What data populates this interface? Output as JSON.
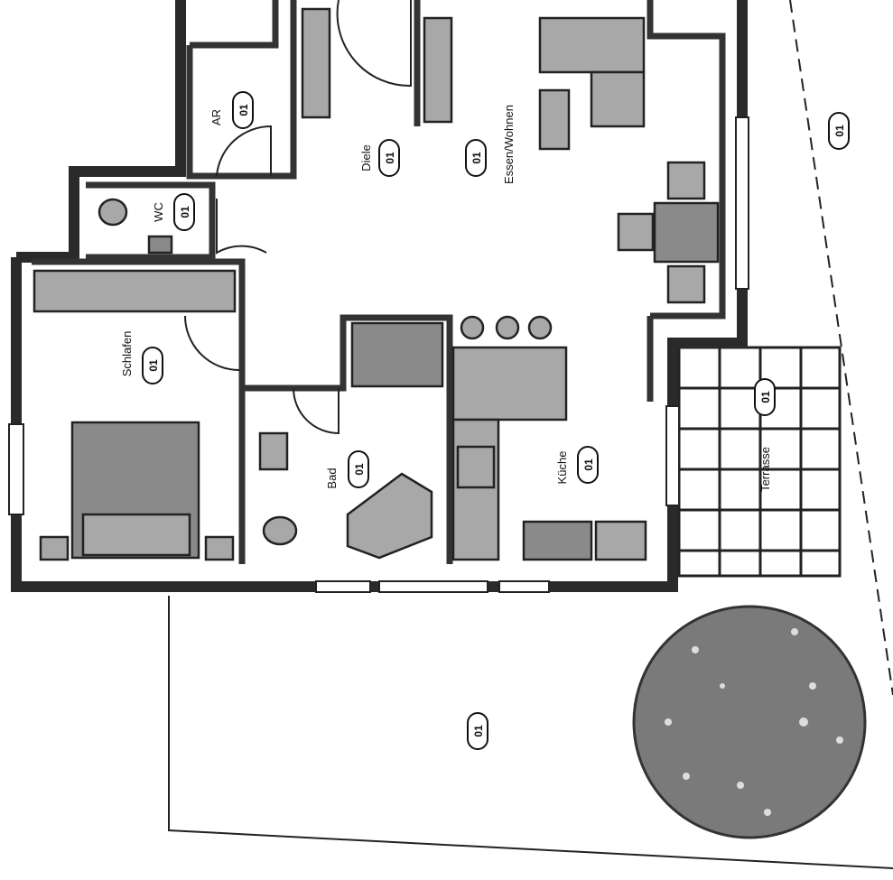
{
  "plan": {
    "rooms": [
      {
        "id": "abstell",
        "name": "AR",
        "number": "01"
      },
      {
        "id": "wc",
        "name": "WC",
        "number": "01"
      },
      {
        "id": "diele",
        "name": "Diele",
        "number": "01"
      },
      {
        "id": "essen",
        "name": "Essen/Wohnen",
        "number": "01"
      },
      {
        "id": "schlafen",
        "name": "Schlafen",
        "number": "01"
      },
      {
        "id": "bad",
        "name": "Bad",
        "number": "01"
      },
      {
        "id": "kueche",
        "name": "Küche",
        "number": "01"
      },
      {
        "id": "terrasse",
        "name": "Terrasse",
        "number": "01"
      }
    ],
    "outdoor_numbers": {
      "garden": "01",
      "east": "01"
    },
    "colors": {
      "wall": "#2a2a2a",
      "furniture": "#a8a8a8",
      "tree": "#7a7a7a",
      "background": "#ffffff"
    }
  }
}
